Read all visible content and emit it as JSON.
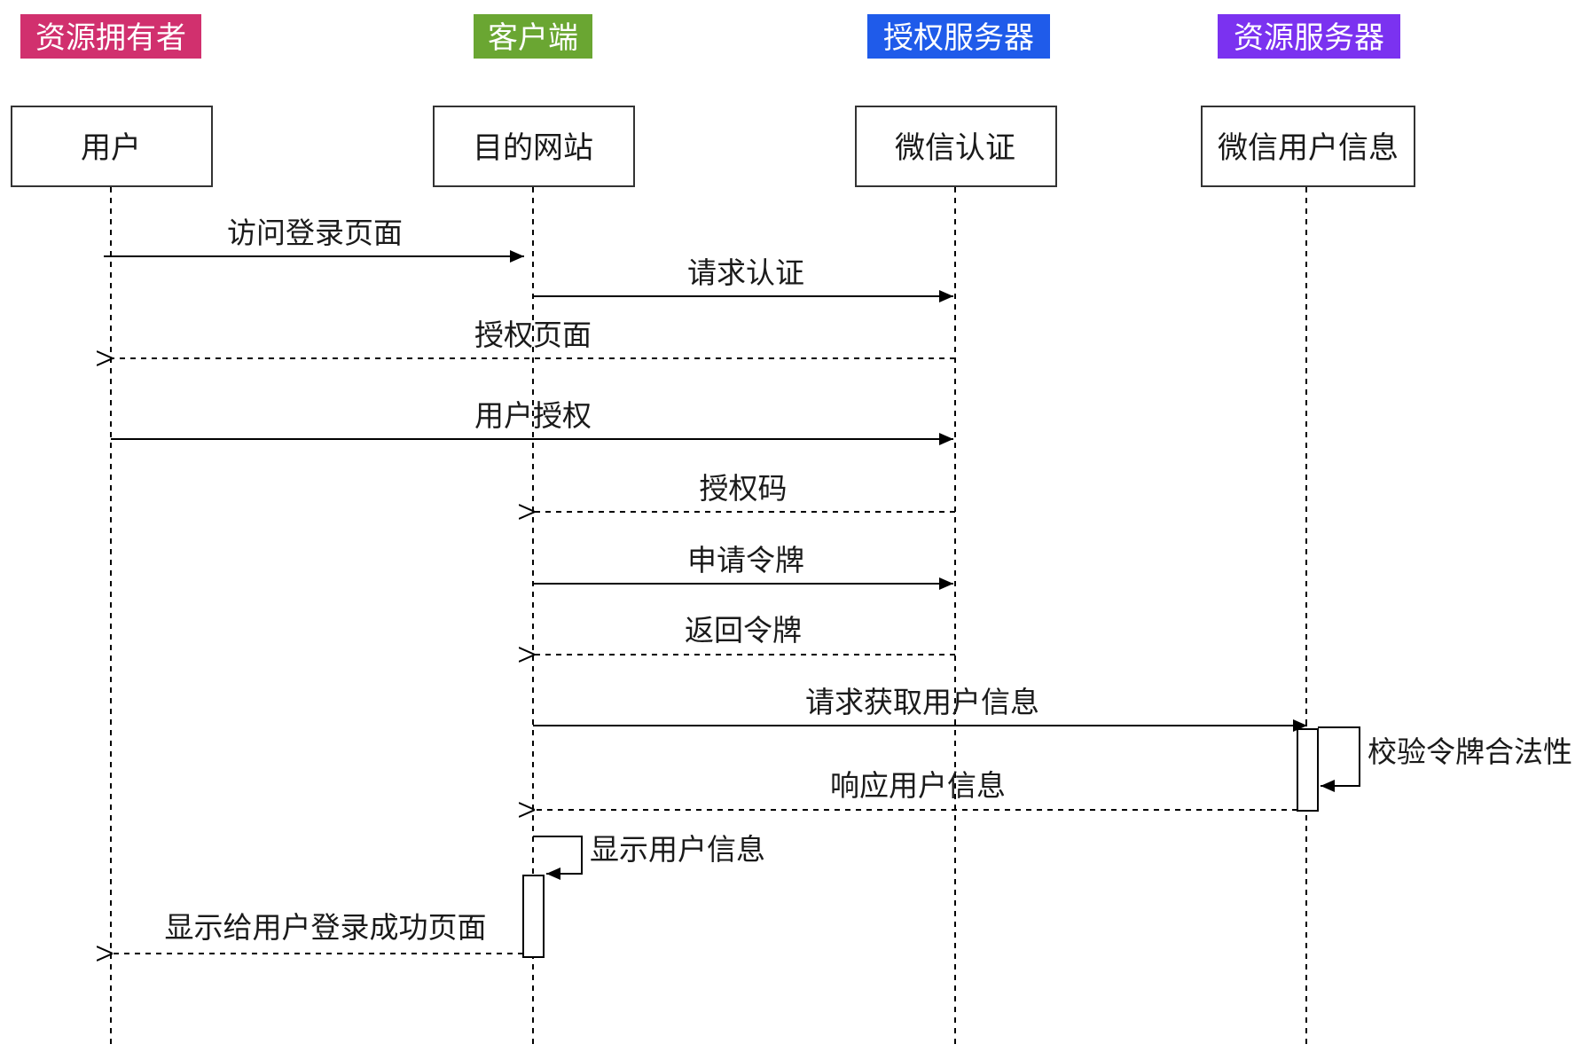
{
  "roles": [
    {
      "id": "owner",
      "label": "资源拥有者",
      "color": "#d1306e"
    },
    {
      "id": "client",
      "label": "客户端",
      "color": "#6aa632"
    },
    {
      "id": "auth",
      "label": "授权服务器",
      "color": "#1f5bea"
    },
    {
      "id": "resource",
      "label": "资源服务器",
      "color": "#7b32f0"
    }
  ],
  "participants": [
    {
      "id": "user",
      "label": "用户"
    },
    {
      "id": "site",
      "label": "目的网站"
    },
    {
      "id": "wechat-auth",
      "label": "微信认证"
    },
    {
      "id": "wechat-info",
      "label": "微信用户信息"
    }
  ],
  "messages": [
    {
      "label": "访问登录页面",
      "from": "user",
      "to": "site",
      "style": "solid"
    },
    {
      "label": "请求认证",
      "from": "site",
      "to": "wechat-auth",
      "style": "solid"
    },
    {
      "label": "授权页面",
      "from": "wechat-auth",
      "to": "user",
      "style": "dashed"
    },
    {
      "label": "用户授权",
      "from": "user",
      "to": "wechat-auth",
      "style": "solid"
    },
    {
      "label": "授权码",
      "from": "wechat-auth",
      "to": "site",
      "style": "dashed"
    },
    {
      "label": "申请令牌",
      "from": "site",
      "to": "wechat-auth",
      "style": "solid"
    },
    {
      "label": "返回令牌",
      "from": "wechat-auth",
      "to": "site",
      "style": "dashed"
    },
    {
      "label": "请求获取用户信息",
      "from": "site",
      "to": "wechat-info",
      "style": "solid"
    },
    {
      "label": "校验令牌合法性",
      "from": "wechat-info",
      "to": "wechat-info",
      "style": "self"
    },
    {
      "label": "响应用户信息",
      "from": "wechat-info",
      "to": "site",
      "style": "dashed"
    },
    {
      "label": "显示用户信息",
      "from": "site",
      "to": "site",
      "style": "self"
    },
    {
      "label": "显示给用户登录成功页面",
      "from": "site",
      "to": "user",
      "style": "dashed"
    }
  ]
}
